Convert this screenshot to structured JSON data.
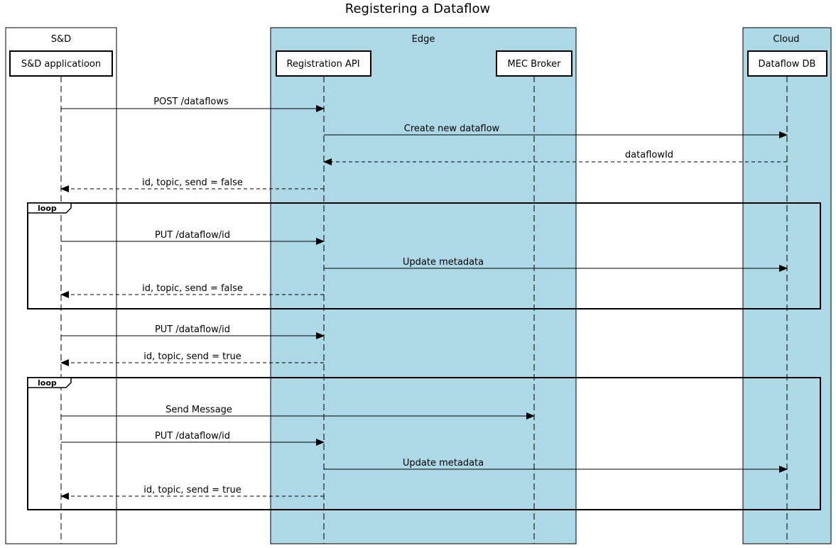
{
  "title": "Registering a Dataflow",
  "groups": [
    {
      "id": "sd",
      "label": "S&D",
      "fill": "#ffffff"
    },
    {
      "id": "edge",
      "label": "Edge",
      "fill": "#add8e6"
    },
    {
      "id": "cloud",
      "label": "Cloud",
      "fill": "#add8e6"
    }
  ],
  "participants": [
    {
      "id": "app",
      "label": "S&D applicatioon"
    },
    {
      "id": "reg",
      "label": "Registration API"
    },
    {
      "id": "mec",
      "label": "MEC Broker"
    },
    {
      "id": "db",
      "label": "Dataflow DB"
    }
  ],
  "messages": [
    {
      "from": "app",
      "to": "reg",
      "label": "POST /dataflows",
      "style": "solid"
    },
    {
      "from": "reg",
      "to": "db",
      "label": "Create new dataflow",
      "style": "solid"
    },
    {
      "from": "db",
      "to": "reg",
      "label": "dataflowId",
      "style": "dashed"
    },
    {
      "from": "reg",
      "to": "app",
      "label": "id, topic, send = false",
      "style": "dashed"
    },
    {
      "from": "app",
      "to": "reg",
      "label": "PUT /dataflow/id",
      "style": "solid"
    },
    {
      "from": "reg",
      "to": "db",
      "label": "Update metadata",
      "style": "solid"
    },
    {
      "from": "reg",
      "to": "app",
      "label": "id, topic, send = false",
      "style": "dashed"
    },
    {
      "from": "app",
      "to": "reg",
      "label": "PUT /dataflow/id",
      "style": "solid"
    },
    {
      "from": "reg",
      "to": "app",
      "label": "id, topic, send = true",
      "style": "dashed"
    },
    {
      "from": "app",
      "to": "mec",
      "label": "Send Message",
      "style": "solid"
    },
    {
      "from": "app",
      "to": "reg",
      "label": "PUT /dataflow/id",
      "style": "solid"
    },
    {
      "from": "reg",
      "to": "db",
      "label": "Update metadata",
      "style": "solid"
    },
    {
      "from": "reg",
      "to": "app",
      "label": "id, topic, send = true",
      "style": "dashed"
    }
  ],
  "fragments": [
    {
      "label": "loop",
      "first_message": 4,
      "last_message": 6
    },
    {
      "label": "loop",
      "first_message": 9,
      "last_message": 12
    }
  ]
}
